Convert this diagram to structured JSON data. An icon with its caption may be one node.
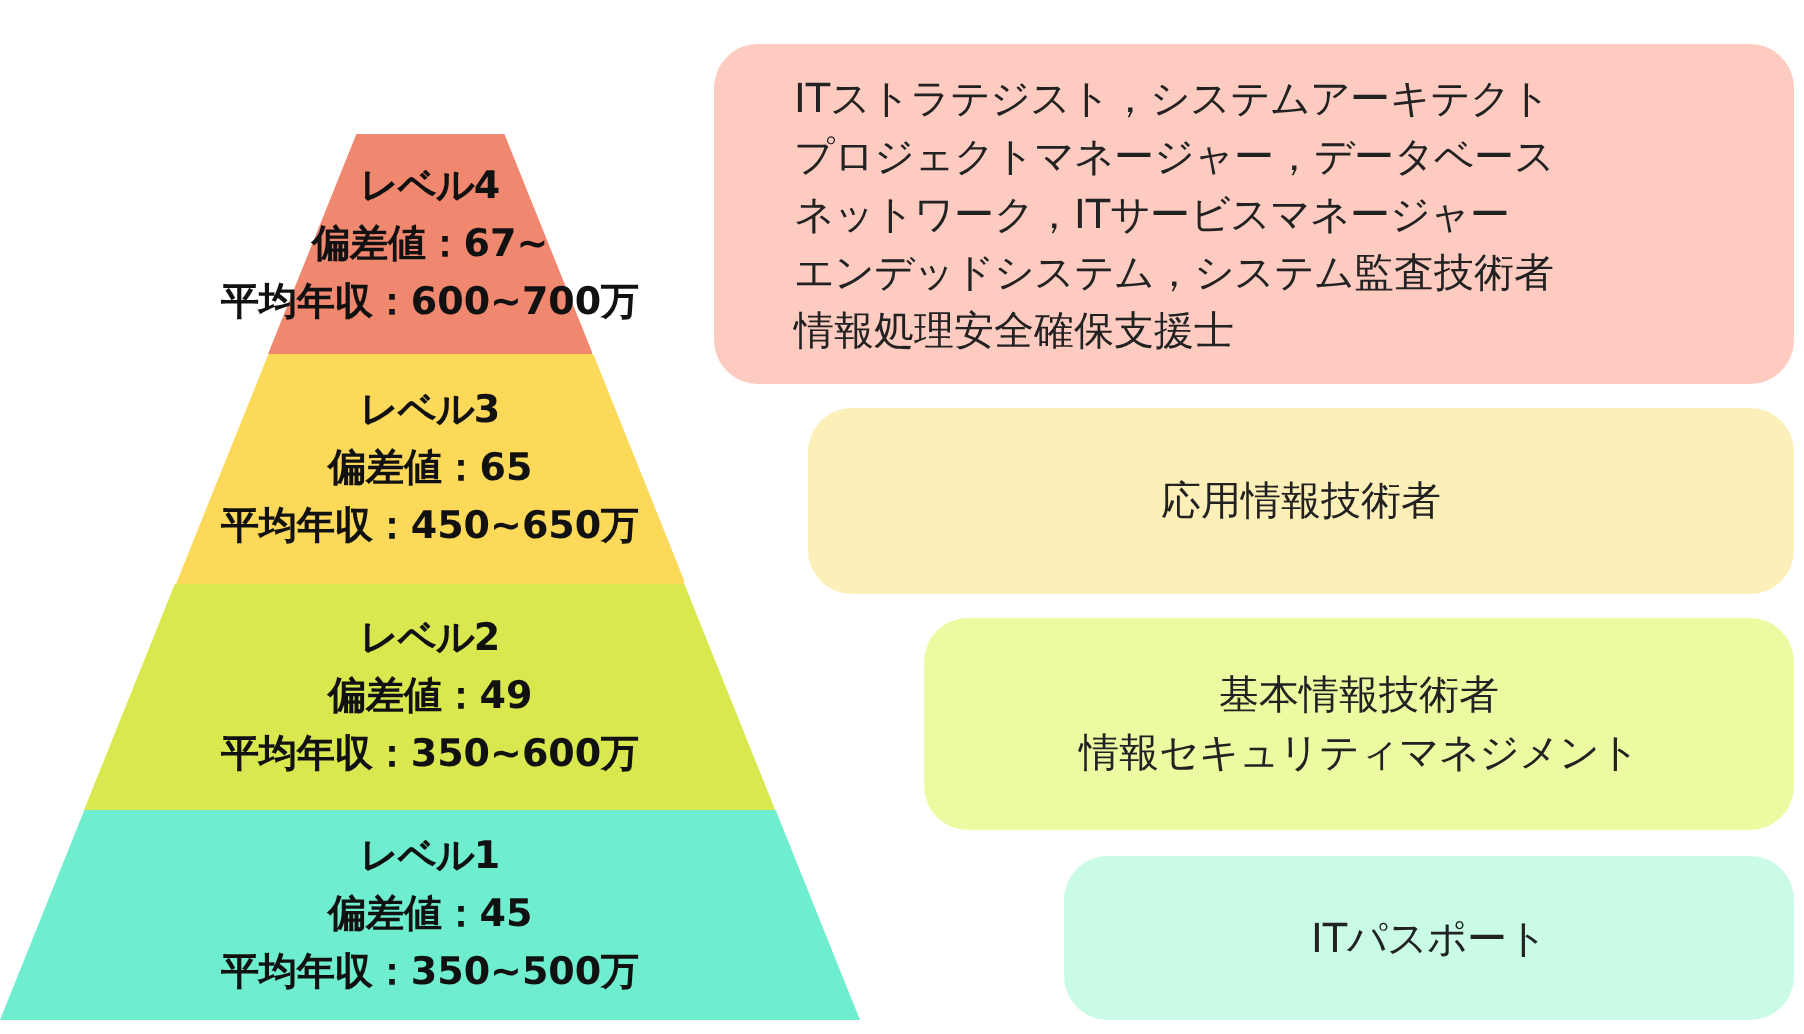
{
  "diagram": {
    "nodes": [
      {
        "text": [
          "レベル4",
          "偏差値：67~",
          "平均年収：600~700万"
        ]
      },
      {
        "text": [
          "ITストラテジスト，システムアーキテクト",
          "プロジェクトマネージャー，データベース",
          "ネットワーク，ITサービスマネージャー",
          "エンデッドシステム，システム監査技術者",
          "情報処理安全確保支援士"
        ]
      },
      {
        "text": [
          "レベル3",
          "偏差値：65",
          "平均年収：450~650万"
        ]
      },
      {
        "text": [
          "応用情報技術者"
        ]
      },
      {
        "text": [
          "レベル2",
          "偏差値：49",
          "平均年収：350~600万"
        ]
      },
      {
        "text": [
          "基本情報技術者",
          "情報セキュリティマネジメント"
        ]
      },
      {
        "text": [
          "レベル1",
          "偏差値：45",
          "平均年収：350~500万"
        ]
      },
      {
        "text": [
          "ITパスポート"
        ]
      }
    ]
  }
}
